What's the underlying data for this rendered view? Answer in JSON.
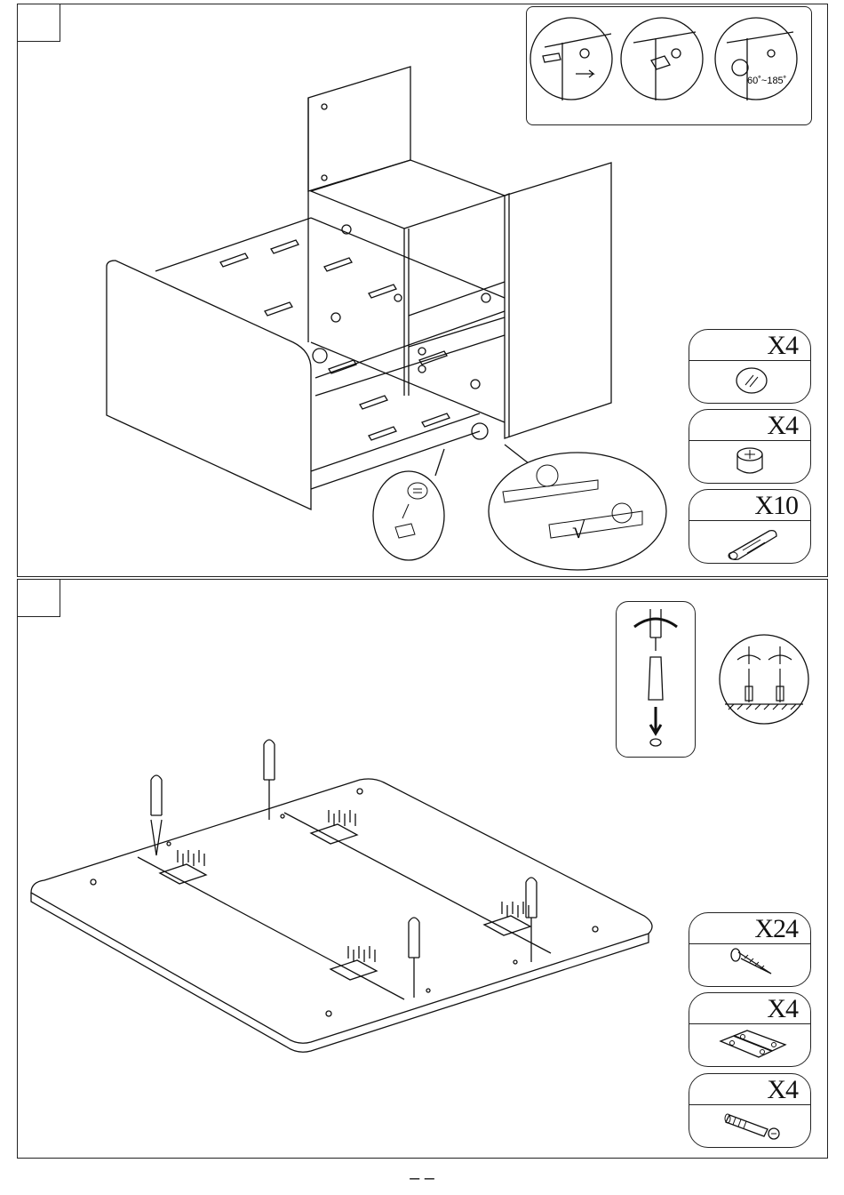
{
  "step1": {
    "number": "",
    "angle_label": "60˚~185˚",
    "parts": [
      {
        "qty": "X4",
        "icon": "cam-cover-icon"
      },
      {
        "qty": "X4",
        "icon": "cam-lock-icon"
      },
      {
        "qty": "X10",
        "icon": "wood-dowel-icon"
      }
    ]
  },
  "step2": {
    "number": "",
    "parts": [
      {
        "qty": "X24",
        "icon": "screw-icon"
      },
      {
        "qty": "X4",
        "icon": "hinge-icon"
      },
      {
        "qty": "X4",
        "icon": "cam-bolt-icon"
      }
    ]
  },
  "page_number": "– –"
}
